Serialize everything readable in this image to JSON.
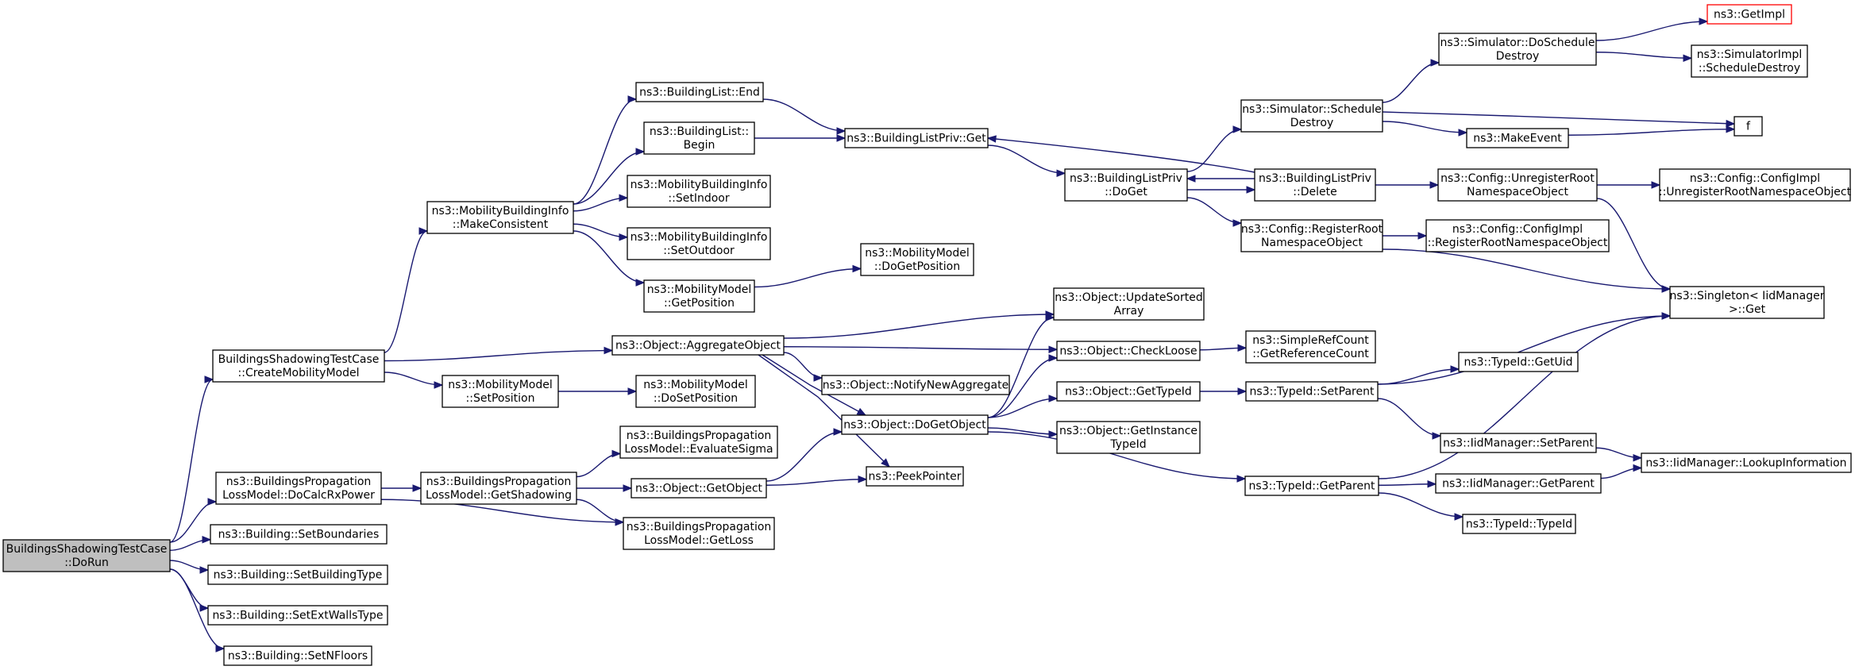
{
  "nodes": [
    {
      "id": "n0",
      "lines": [
        "BuildingsShadowingTestCase",
        "::DoRun"
      ],
      "style": "root"
    },
    {
      "id": "n1",
      "lines": [
        "BuildingsShadowingTestCase",
        "::CreateMobilityModel"
      ]
    },
    {
      "id": "n2",
      "lines": [
        "ns3::BuildingsPropagation",
        "LossModel::DoCalcRxPower"
      ]
    },
    {
      "id": "n3",
      "lines": [
        "ns3::Building::SetBoundaries"
      ]
    },
    {
      "id": "n4",
      "lines": [
        "ns3::Building::SetBuildingType"
      ]
    },
    {
      "id": "n5",
      "lines": [
        "ns3::Building::SetExtWallsType"
      ]
    },
    {
      "id": "n6",
      "lines": [
        "ns3::Building::SetNFloors"
      ]
    },
    {
      "id": "n7",
      "lines": [
        "ns3::MobilityBuildingInfo",
        "::MakeConsistent"
      ]
    },
    {
      "id": "n8",
      "lines": [
        "ns3::Object::AggregateObject"
      ]
    },
    {
      "id": "n9",
      "lines": [
        "ns3::MobilityModel",
        "::SetPosition"
      ]
    },
    {
      "id": "n10",
      "lines": [
        "ns3::BuildingsPropagation",
        "LossModel::GetShadowing"
      ]
    },
    {
      "id": "n11",
      "lines": [
        "ns3::BuildingsPropagation",
        "LossModel::GetLoss"
      ]
    },
    {
      "id": "n12",
      "lines": [
        "ns3::BuildingList::End"
      ]
    },
    {
      "id": "n13",
      "lines": [
        "ns3::BuildingList::",
        "Begin"
      ]
    },
    {
      "id": "n14",
      "lines": [
        "ns3::MobilityBuildingInfo",
        "::SetIndoor"
      ]
    },
    {
      "id": "n15",
      "lines": [
        "ns3::MobilityBuildingInfo",
        "::SetOutdoor"
      ]
    },
    {
      "id": "n16",
      "lines": [
        "ns3::MobilityModel",
        "::GetPosition"
      ]
    },
    {
      "id": "n17",
      "lines": [
        "ns3::MobilityModel",
        "::DoGetPosition"
      ]
    },
    {
      "id": "n18",
      "lines": [
        "ns3::BuildingListPriv::Get"
      ]
    },
    {
      "id": "n19",
      "lines": [
        "ns3::Object::UpdateSorted",
        "Array"
      ]
    },
    {
      "id": "n20",
      "lines": [
        "ns3::Object::CheckLoose"
      ]
    },
    {
      "id": "n21",
      "lines": [
        "ns3::Object::NotifyNewAggregate"
      ]
    },
    {
      "id": "n22",
      "lines": [
        "ns3::Object::DoGetObject"
      ]
    },
    {
      "id": "n23",
      "lines": [
        "ns3::PeekPointer"
      ]
    },
    {
      "id": "n24",
      "lines": [
        "ns3::MobilityModel",
        "::DoSetPosition"
      ]
    },
    {
      "id": "n25",
      "lines": [
        "ns3::BuildingsPropagation",
        "LossModel::EvaluateSigma"
      ]
    },
    {
      "id": "n26",
      "lines": [
        "ns3::Object::GetObject"
      ]
    },
    {
      "id": "n27",
      "lines": [
        "ns3::BuildingListPriv",
        "::DoGet"
      ]
    },
    {
      "id": "n28",
      "lines": [
        "ns3::SimpleRefCount",
        "::GetReferenceCount"
      ]
    },
    {
      "id": "n29",
      "lines": [
        "ns3::Object::GetTypeId"
      ]
    },
    {
      "id": "n30",
      "lines": [
        "ns3::Object::GetInstance",
        "TypeId"
      ]
    },
    {
      "id": "n31",
      "lines": [
        "ns3::TypeId::GetParent"
      ]
    },
    {
      "id": "n32",
      "lines": [
        "ns3::Simulator::Schedule",
        "Destroy"
      ]
    },
    {
      "id": "n33",
      "lines": [
        "ns3::BuildingListPriv",
        "::Delete"
      ]
    },
    {
      "id": "n34",
      "lines": [
        "ns3::Config::RegisterRoot",
        "NamespaceObject"
      ]
    },
    {
      "id": "n35",
      "lines": [
        "ns3::TypeId::SetParent"
      ]
    },
    {
      "id": "n36",
      "lines": [
        "ns3::Simulator::DoSchedule",
        "Destroy"
      ]
    },
    {
      "id": "n37",
      "lines": [
        "ns3::MakeEvent"
      ]
    },
    {
      "id": "n38",
      "lines": [
        "f"
      ]
    },
    {
      "id": "n39",
      "lines": [
        "ns3::Config::UnregisterRoot",
        "NamespaceObject"
      ]
    },
    {
      "id": "n40",
      "lines": [
        "ns3::Config::ConfigImpl",
        "::RegisterRootNamespaceObject"
      ]
    },
    {
      "id": "n41",
      "lines": [
        "ns3::Singleton< IidManager",
        " >::Get"
      ]
    },
    {
      "id": "n42",
      "lines": [
        "ns3::TypeId::GetUid"
      ]
    },
    {
      "id": "n43",
      "lines": [
        "ns3::IidManager::SetParent"
      ]
    },
    {
      "id": "n44",
      "lines": [
        "ns3::IidManager::GetParent"
      ]
    },
    {
      "id": "n45",
      "lines": [
        "ns3::TypeId::TypeId"
      ]
    },
    {
      "id": "n46",
      "lines": [
        "ns3::GetImpl"
      ],
      "style": "red"
    },
    {
      "id": "n47",
      "lines": [
        "ns3::SimulatorImpl",
        "::ScheduleDestroy"
      ]
    },
    {
      "id": "n48",
      "lines": [
        "ns3::Config::ConfigImpl",
        "::UnregisterRootNamespaceObject"
      ]
    },
    {
      "id": "n49",
      "lines": [
        "ns3::IidManager::LookupInformation"
      ]
    }
  ],
  "edges": [
    [
      "n0",
      "n1"
    ],
    [
      "n0",
      "n2"
    ],
    [
      "n0",
      "n3"
    ],
    [
      "n0",
      "n4"
    ],
    [
      "n0",
      "n5"
    ],
    [
      "n0",
      "n6"
    ],
    [
      "n1",
      "n7"
    ],
    [
      "n1",
      "n8"
    ],
    [
      "n1",
      "n9"
    ],
    [
      "n2",
      "n10"
    ],
    [
      "n2",
      "n11"
    ],
    [
      "n7",
      "n12"
    ],
    [
      "n7",
      "n13"
    ],
    [
      "n7",
      "n14"
    ],
    [
      "n7",
      "n15"
    ],
    [
      "n7",
      "n16"
    ],
    [
      "n16",
      "n17"
    ],
    [
      "n12",
      "n18"
    ],
    [
      "n13",
      "n18"
    ],
    [
      "n18",
      "n27"
    ],
    [
      "n8",
      "n19"
    ],
    [
      "n8",
      "n20"
    ],
    [
      "n8",
      "n21"
    ],
    [
      "n8",
      "n22"
    ],
    [
      "n8",
      "n23"
    ],
    [
      "n9",
      "n24"
    ],
    [
      "n10",
      "n25"
    ],
    [
      "n10",
      "n26"
    ],
    [
      "n10",
      "n11"
    ],
    [
      "n26",
      "n22"
    ],
    [
      "n26",
      "n23"
    ],
    [
      "n22",
      "n19"
    ],
    [
      "n22",
      "n20"
    ],
    [
      "n22",
      "n29"
    ],
    [
      "n22",
      "n30"
    ],
    [
      "n22",
      "n31"
    ],
    [
      "n20",
      "n28"
    ],
    [
      "n29",
      "n35"
    ],
    [
      "n27",
      "n32"
    ],
    [
      "n27",
      "n33"
    ],
    [
      "n27",
      "n34"
    ],
    [
      "n33",
      "n18"
    ],
    [
      "n33",
      "n27"
    ],
    [
      "n33",
      "n39"
    ],
    [
      "n32",
      "n36"
    ],
    [
      "n32",
      "n37"
    ],
    [
      "n32",
      "n38"
    ],
    [
      "n36",
      "n46"
    ],
    [
      "n36",
      "n47"
    ],
    [
      "n37",
      "n38"
    ],
    [
      "n34",
      "n40"
    ],
    [
      "n34",
      "n41"
    ],
    [
      "n39",
      "n48"
    ],
    [
      "n39",
      "n41"
    ],
    [
      "n35",
      "n41"
    ],
    [
      "n35",
      "n42"
    ],
    [
      "n35",
      "n43"
    ],
    [
      "n31",
      "n41"
    ],
    [
      "n31",
      "n44"
    ],
    [
      "n31",
      "n45"
    ],
    [
      "n43",
      "n49"
    ],
    [
      "n44",
      "n49"
    ]
  ]
}
